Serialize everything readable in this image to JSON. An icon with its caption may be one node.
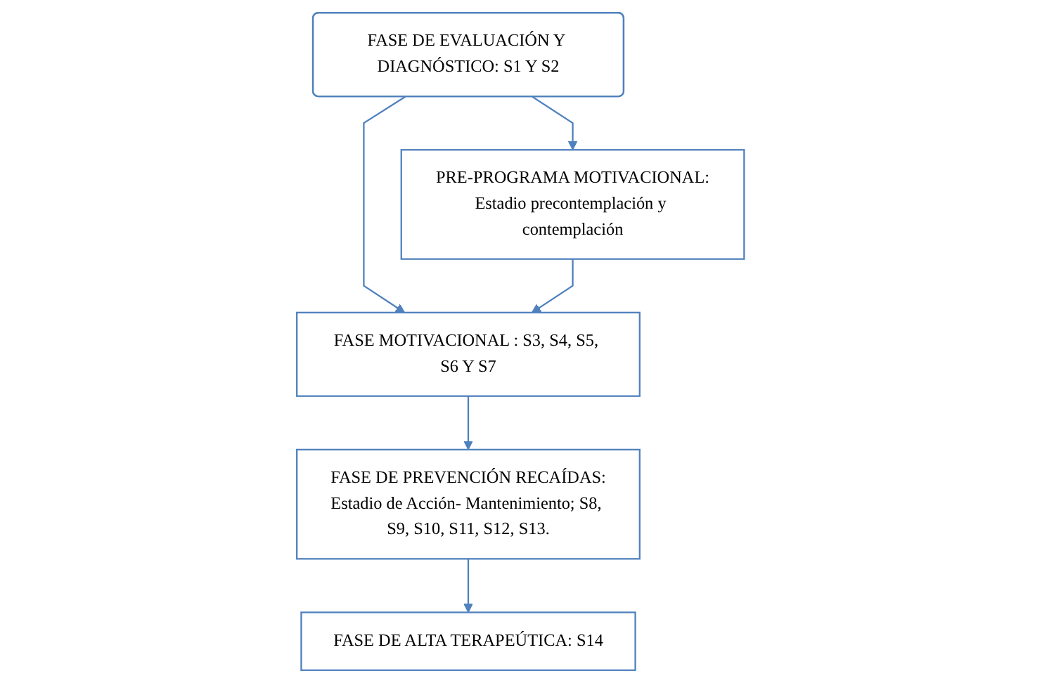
{
  "diagram": {
    "nodes": [
      {
        "text": [
          "FASE DE EVALUACIÓN Y DIAGNÓSTICO: S1 Y S2"
        ]
      },
      {
        "text": [
          "PRE-PROGRAMA MOTIVACIONAL:",
          "Estadio precontemplación y contemplación"
        ]
      },
      {
        "text": [
          "FASE MOTIVACIONAL : S3, S4, S5, S6 Y S7"
        ]
      },
      {
        "text": [
          "FASE DE PREVENCIÓN RECAÍDAS:",
          "Estadio de Acción- Mantenimiento; S8, S9, S10, S11, S12, S13."
        ]
      },
      {
        "text": [
          "FASE DE ALTA TERAPEÚTICA: S14"
        ]
      }
    ],
    "edges": [
      {
        "from": 0,
        "to": 1,
        "arrow": "to"
      },
      {
        "from": 0,
        "to": 2,
        "arrow": "to"
      },
      {
        "from": 1,
        "to": 2,
        "arrow": "to"
      },
      {
        "from": 2,
        "to": 3,
        "arrow": "to"
      },
      {
        "from": 3,
        "to": 4,
        "arrow": "to"
      }
    ]
  }
}
